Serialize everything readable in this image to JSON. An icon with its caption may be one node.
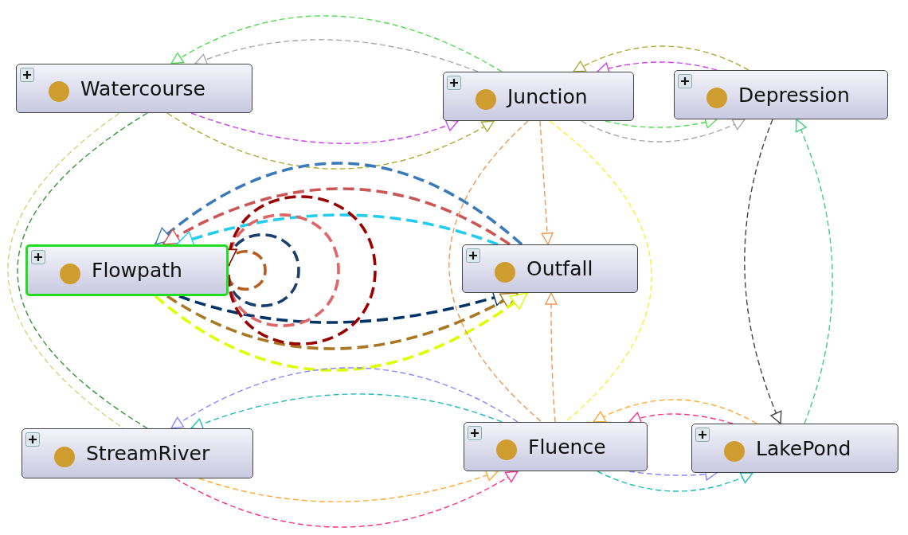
{
  "diagram": {
    "nodes": [
      {
        "text": [
          "Watercourse"
        ]
      },
      {
        "text": [
          "Junction"
        ]
      },
      {
        "text": [
          "Depression"
        ]
      },
      {
        "text": [
          "Flowpath"
        ]
      },
      {
        "text": [
          "Outfall"
        ]
      },
      {
        "text": [
          "StreamRiver"
        ]
      },
      {
        "text": [
          "Fluence"
        ]
      },
      {
        "text": [
          "LakePond"
        ]
      }
    ],
    "edges": [
      {
        "from": 1,
        "to": 0,
        "arrow": "to",
        "style": "dashed",
        "color": "#55dd55"
      },
      {
        "from": 1,
        "to": 0,
        "arrow": "to",
        "style": "dashed",
        "color": "#a8a8a8"
      },
      {
        "from": 0,
        "to": 1,
        "arrow": "to",
        "style": "dashed",
        "color": "#cc44ee"
      },
      {
        "from": 0,
        "to": 1,
        "arrow": "to",
        "style": "dashed",
        "color": "#aaaa33"
      },
      {
        "from": 2,
        "to": 1,
        "arrow": "to",
        "style": "dashed",
        "color": "#aaaa33"
      },
      {
        "from": 2,
        "to": 1,
        "arrow": "to",
        "style": "dashed",
        "color": "#cc44ee"
      },
      {
        "from": 1,
        "to": 2,
        "arrow": "to",
        "style": "dashed",
        "color": "#55dd55"
      },
      {
        "from": 1,
        "to": 2,
        "arrow": "to",
        "style": "dashed",
        "color": "#a8a8a8"
      },
      {
        "from": 4,
        "to": 3,
        "arrow": "to",
        "style": "dashed",
        "color": "#3a7ab8"
      },
      {
        "from": 4,
        "to": 3,
        "arrow": "to",
        "style": "dashed",
        "color": "#cc5555"
      },
      {
        "from": 4,
        "to": 3,
        "arrow": "to",
        "style": "dashed",
        "color": "#22ccee"
      },
      {
        "from": 3,
        "to": 4,
        "arrow": "to",
        "style": "dashed",
        "color": "#003366"
      },
      {
        "from": 3,
        "to": 4,
        "arrow": "to",
        "style": "dashed",
        "color": "#aa7722"
      },
      {
        "from": 3,
        "to": 4,
        "arrow": "to",
        "style": "dashed",
        "color": "#ddff00"
      },
      {
        "from": 3,
        "to": 3,
        "arrow": "to",
        "style": "dashed",
        "color": "#b85c1e"
      },
      {
        "from": 3,
        "to": 3,
        "arrow": "to",
        "style": "dashed",
        "color": "#1a3f6e"
      },
      {
        "from": 3,
        "to": 3,
        "arrow": "to",
        "style": "dashed",
        "color": "#dd6666"
      },
      {
        "from": 3,
        "to": 3,
        "arrow": "to",
        "style": "dashed",
        "color": "#990000"
      },
      {
        "from": 0,
        "to": 5,
        "arrow": "none",
        "style": "dashed",
        "color": "#ddd077"
      },
      {
        "from": 0,
        "to": 5,
        "arrow": "none",
        "style": "dashed",
        "color": "#339933"
      },
      {
        "from": 6,
        "to": 5,
        "arrow": "to",
        "style": "dashed",
        "color": "#8888ff"
      },
      {
        "from": 6,
        "to": 5,
        "arrow": "to",
        "style": "dashed",
        "color": "#22bbbb"
      },
      {
        "from": 5,
        "to": 6,
        "arrow": "to",
        "style": "dashed",
        "color": "#ffaa33"
      },
      {
        "from": 5,
        "to": 6,
        "arrow": "to",
        "style": "dashed",
        "color": "#ff3388"
      },
      {
        "from": 7,
        "to": 6,
        "arrow": "to",
        "style": "dashed",
        "color": "#ffaa33"
      },
      {
        "from": 7,
        "to": 6,
        "arrow": "to",
        "style": "dashed",
        "color": "#ff3388"
      },
      {
        "from": 6,
        "to": 7,
        "arrow": "to",
        "style": "dashed",
        "color": "#8888ff"
      },
      {
        "from": 6,
        "to": 7,
        "arrow": "to",
        "style": "dashed",
        "color": "#22bbbb"
      },
      {
        "from": 1,
        "to": 4,
        "arrow": "to",
        "style": "dashed",
        "color": "#ee9955"
      },
      {
        "from": 6,
        "to": 4,
        "arrow": "to",
        "style": "dashed",
        "color": "#ee9955"
      },
      {
        "from": 1,
        "to": 6,
        "arrow": "none",
        "style": "dashed",
        "color": "#ee9955"
      },
      {
        "from": 1,
        "to": 6,
        "arrow": "none",
        "style": "dashed",
        "color": "#ffee33"
      },
      {
        "from": 2,
        "to": 7,
        "arrow": "to",
        "style": "dashed",
        "color": "#444444"
      },
      {
        "from": 7,
        "to": 2,
        "arrow": "to",
        "style": "dashed",
        "color": "#44cc88"
      }
    ]
  }
}
